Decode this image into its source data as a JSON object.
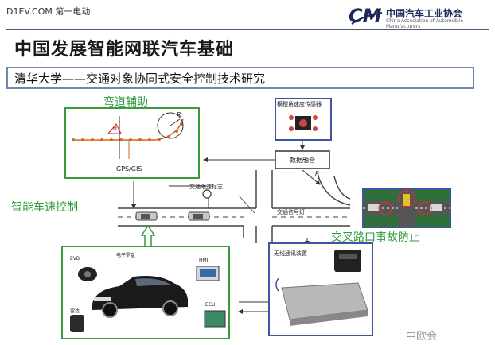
{
  "header": {
    "site_watermark": "D1EV.COM 第一电动",
    "logo_mark": "CM",
    "logo_name": "中国汽车工业协会",
    "logo_sub": "China Association of Automobile Manufacturers"
  },
  "slide": {
    "title": "中国发展智能网联汽车基础",
    "subtitle": "清华大学——交通对象协同式安全控制技术研究"
  },
  "diagram": {
    "curve_assist_label": "弯道辅助",
    "curve_angle": "θ",
    "curve_radius": "R",
    "gps_label": "GPS/GIS",
    "yaw_sensor_label": "横摆角速度传感器",
    "fusion_label": "数据融合",
    "fusion_r": "R",
    "speed_sign_label": "交通限速标志",
    "signal_label": "交通信号灯",
    "speed_control_label": "智能车速控制",
    "intersection_label": "交叉路口事故防止",
    "wireless_label": "无线通讯装置",
    "ev_label": "EVB",
    "hmi_label": "HMI",
    "ecu_label": "ECU",
    "gyro_label": "电子罗盘",
    "antenna_label": "雷达"
  },
  "footer": {
    "wechat_watermark": "中欧会"
  },
  "colors": {
    "green": "#2e9a3c",
    "blue": "#3d55a0",
    "orange": "#d2691e",
    "red": "#cc2222",
    "road": "#444444"
  }
}
